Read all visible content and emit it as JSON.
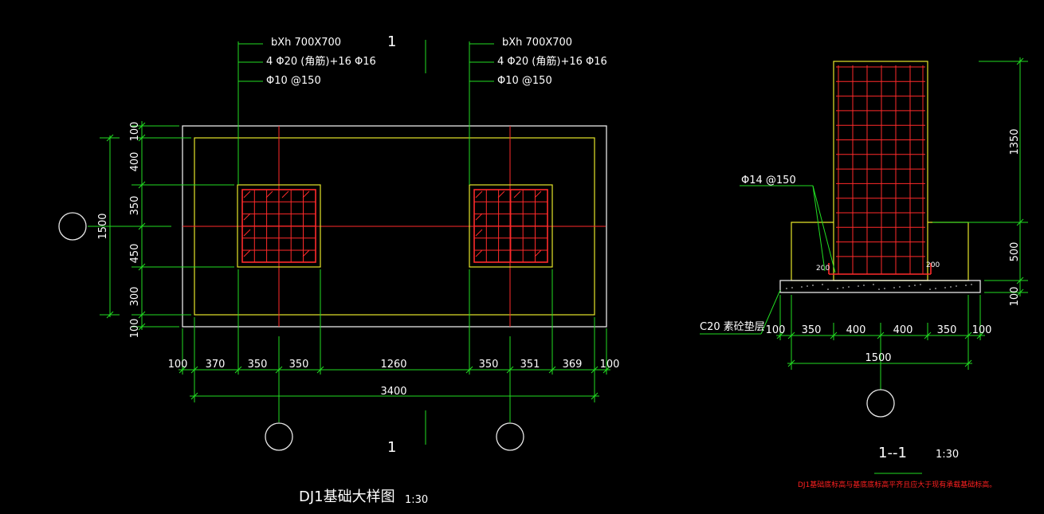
{
  "plan": {
    "col_left": {
      "section": "bXh 700X700",
      "main_bars": "4 Φ20 (角筋)+16 Φ16",
      "stirrups": "Φ10 @150"
    },
    "col_right": {
      "section": "bXh 700X700",
      "main_bars": "4 Φ20 (角筋)+16 Φ16",
      "stirrups": "Φ10 @150"
    },
    "cut_mark_top": "1",
    "cut_mark_bottom": "1",
    "dims_left": [
      "100",
      "400",
      "350",
      "450",
      "300",
      "100"
    ],
    "dim_left_total": "1500",
    "dims_bottom": [
      "100",
      "370",
      "350",
      "350",
      "1260",
      "350",
      "351",
      "369",
      "100"
    ],
    "dim_bottom_total": "3400",
    "title": "DJ1基础大样图",
    "scale": "1:30"
  },
  "section": {
    "rebar_label": "Φ14 @150",
    "hook_left": "200",
    "hook_right": "200",
    "cushion_label": "C20 素砼垫层",
    "dims_right": [
      "1350",
      "500",
      "100"
    ],
    "dims_bottom": [
      "100",
      "350",
      "400",
      "400",
      "350",
      "100"
    ],
    "dim_bottom_total": "1500",
    "title": "1--1",
    "scale": "1:30",
    "note": "DJ1基础底标高与基底底标高平齐且应大于现有承载基础标高。"
  }
}
